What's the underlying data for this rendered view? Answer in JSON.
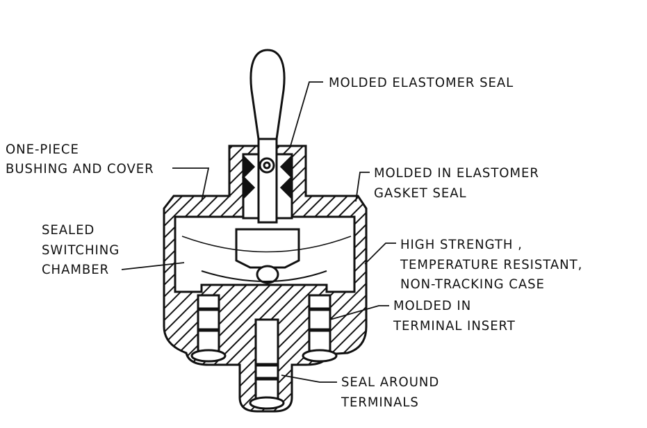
{
  "labels": {
    "elastomer_seal": "MOLDED ELASTOMER SEAL",
    "bushing_1": "ONE-PIECE",
    "bushing_2": "BUSHING AND COVER",
    "gasket_1": "MOLDED IN ELASTOMER",
    "gasket_2": "GASKET SEAL",
    "chamber_1": "SEALED",
    "chamber_2": "SWITCHING",
    "chamber_3": "CHAMBER",
    "case_1": "HIGH STRENGTH ,",
    "case_2": "TEMPERATURE RESISTANT,",
    "case_3": "NON-TRACKING CASE",
    "insert_1": "MOLDED IN",
    "insert_2": "TERMINAL INSERT",
    "terminals_1": "SEAL AROUND",
    "terminals_2": "TERMINALS"
  }
}
